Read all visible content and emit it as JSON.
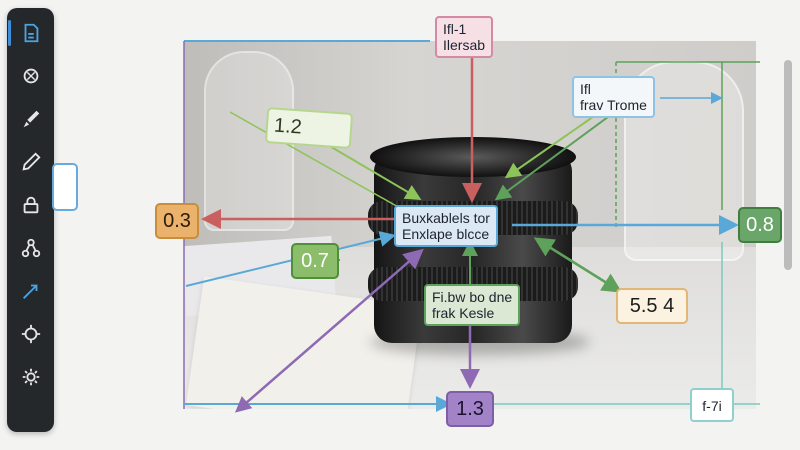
{
  "toolbar": {
    "tools": [
      {
        "name": "document-icon",
        "active": true
      },
      {
        "name": "shape-icon",
        "active": false
      },
      {
        "name": "brush-icon",
        "active": false
      },
      {
        "name": "pen-icon",
        "active": false
      },
      {
        "name": "lock-icon",
        "active": false
      },
      {
        "name": "network-icon",
        "active": false
      },
      {
        "name": "cursor-icon",
        "active": false
      },
      {
        "name": "gear-icon",
        "active": false
      },
      {
        "name": "settings-icon",
        "active": false
      }
    ]
  },
  "labels": {
    "top_center": "Ifl-1\nIlersab",
    "top_right": "Ifl\nfrav Trome",
    "center_main": "Buxkablels tor\nEnxlape blcce",
    "lower_center": "Fi.bw bo dne\nfrak Kesle",
    "val_1_2": "1.2",
    "val_0_3": "0.3",
    "val_0_7": "0.7",
    "val_0_8": "0.8",
    "val_5_5_4": "5.5 4",
    "val_1_3": "1.3",
    "bottom_right": "f-7i"
  },
  "colors": {
    "blue": "#5aa8d8",
    "red": "#c9605f",
    "green": "#5ea15a",
    "lightgreen": "#8cc45a",
    "purple": "#8e6ab5",
    "orange": "#dfa55c",
    "teal": "#7ec7c0",
    "pink": "#d48aa5"
  }
}
